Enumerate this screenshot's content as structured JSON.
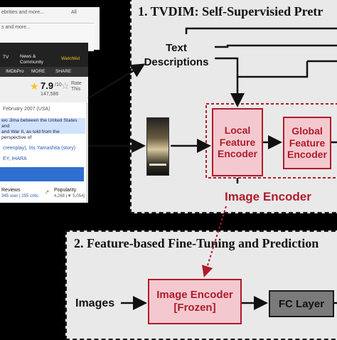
{
  "panel1": {
    "title": "1. TVDIM: Self-Supervisied Pretr",
    "text_descriptions": "Text\nDescriptions",
    "local_encoder": "Local\nFeature\nEncoder",
    "global_encoder": "Global\nFeature\nEncoder",
    "image_encoder_label": "Image Encoder"
  },
  "panel2": {
    "title": "2. Feature-based Fine-Tuning and Prediction",
    "images_label": "Images",
    "frozen_encoder": "Image Encoder\n[Frozen]",
    "fc_layer": "FC Layer"
  },
  "imdb": {
    "search_rows": [
      "ebrities and more...",
      "s and more..."
    ],
    "nav_items": [
      "TV",
      "News &\nCommunity",
      "Watchlist"
    ],
    "imdbpro": "IMDbPro",
    "more": "MORE",
    "share": "SHARE",
    "rating": "7.9",
    "rating_suffix": "/10",
    "rating_count": "147,586",
    "rate_this": "Rate\nThis",
    "release": "February 2007 (USA)",
    "plot": "wo Jima between the United States and\nand War II, as told from the perspective of",
    "writers": "creenplay), Iris Yamashita (story)",
    "credits": "EY, IHARA",
    "reviews": "Reviews",
    "review_counts": "345 user | 255 critic",
    "popularity": "Popularity",
    "popularity_value": "4,268 (▼ 5,054)"
  },
  "colors": {
    "accent_red": "#b01b2c",
    "box_fill": "#f3c9cf",
    "panel_bg": "#e9e9e9",
    "fc_gray": "#7a7a7a"
  }
}
